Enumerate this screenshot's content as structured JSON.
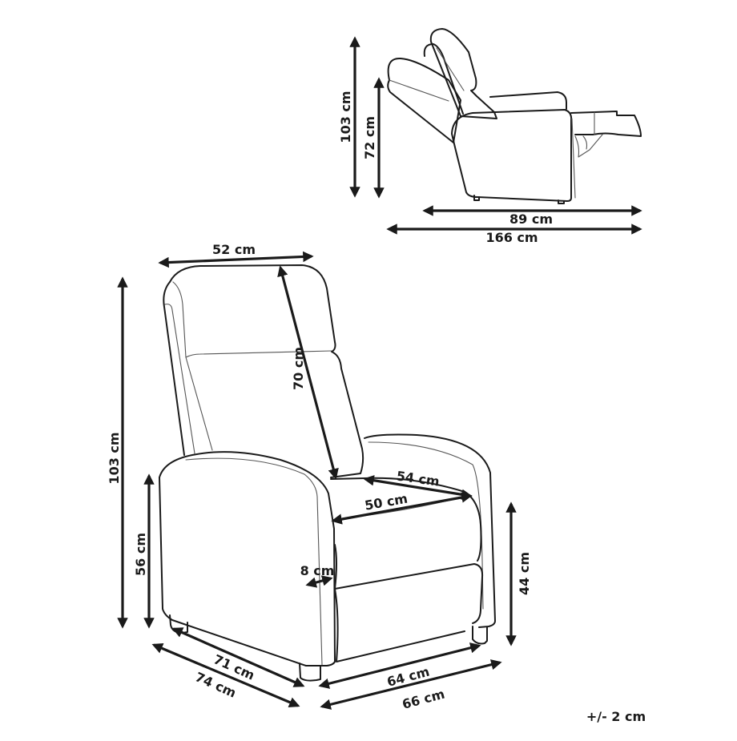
{
  "diagram": {
    "subject": "Recliner armchair dimension drawing",
    "views": [
      "side view (reclined)",
      "front three-quarter view"
    ],
    "colors": {
      "line": "#1a1a1a",
      "background": "#ffffff",
      "detail_line": "#555555"
    },
    "side_view": {
      "total_height": "103 cm",
      "armrest_height": "72 cm",
      "depth_upright": "89 cm",
      "depth_reclined": "166 cm"
    },
    "front_view": {
      "backrest_width": "52 cm",
      "backrest_height": "70 cm",
      "total_height": "103 cm",
      "armrest_height": "56 cm",
      "seat_depth": "54 cm",
      "seat_width": "50 cm",
      "armrest_width": "8 cm",
      "seat_height": "44 cm",
      "inner_depth": "71 cm",
      "total_depth": "74 cm",
      "inner_width": "64 cm",
      "total_width": "66 cm"
    },
    "tolerance": "+/- 2 cm"
  }
}
